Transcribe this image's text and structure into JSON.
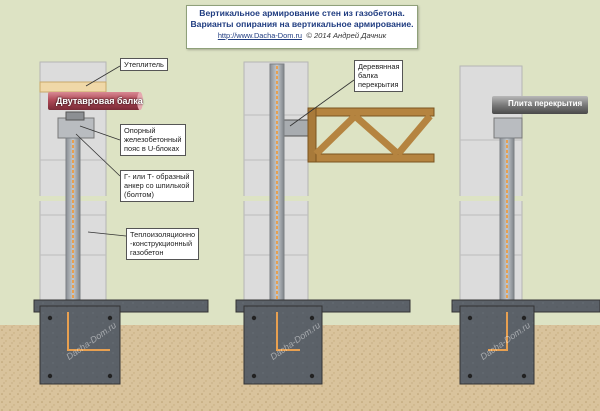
{
  "title": {
    "line1": "Вертикальное армирование стен из газобетона.",
    "line2": "Варианты опирания на вертикальное армирование.",
    "url": "http://www.Dacha-Dom.ru",
    "copyright": "© 2014 Андрей Дачник"
  },
  "labels": {
    "insulation": "Утеплитель",
    "ibeam": "Двутавровая балка",
    "ubelt": [
      "Опорный",
      "железобетонный",
      "пояс в U-блоках"
    ],
    "anchor": [
      "Г- или Т- образный",
      "анкер со шпилькой",
      "(болтом)"
    ],
    "aerated": [
      "Теплоизоляционно",
      "-конструкционный",
      "газобетон"
    ],
    "woodbeam": [
      "Деревянная",
      "балка",
      "перекрытия"
    ],
    "slab": "Плита перекрытия"
  },
  "watermarks": [
    "Dacha-Dom.ru",
    "Dacha-Dom.ru",
    "Dacha-Dom.ru"
  ],
  "colors": {
    "background": "#dde3c4",
    "block": "#dcdcdc",
    "rebar": "#e8a050",
    "ibeam": "#b85a66",
    "wood": "#b58440",
    "slab": "#8a8a8a",
    "foundation": "#555a60",
    "sand": "#d8c29a"
  }
}
